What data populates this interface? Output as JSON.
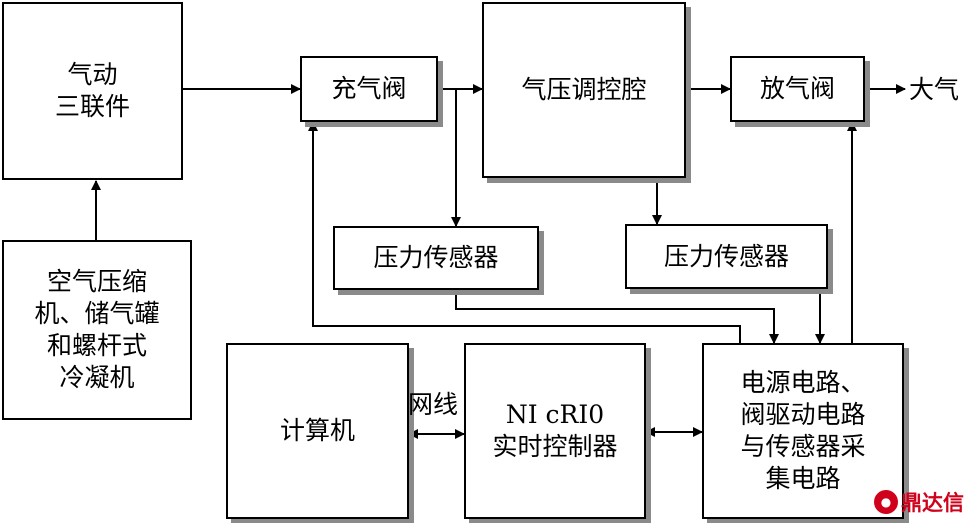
{
  "nodes": {
    "triple": {
      "line1": "气动",
      "line2": "三联件"
    },
    "compressor": {
      "line1": "空气压缩",
      "line2": "机、储气罐",
      "line3": "和螺杆式",
      "line4": "冷凝机"
    },
    "fill_valve": {
      "label": "充气阀"
    },
    "chamber": {
      "label": "气压调控腔"
    },
    "release_valve": {
      "label": "放气阀"
    },
    "sensor_a": {
      "label": "压力传感器"
    },
    "sensor_b": {
      "label": "压力传感器"
    },
    "computer": {
      "label": "计算机"
    },
    "controller": {
      "line1": "NI cRI0",
      "line2": "实时控制器"
    },
    "circuit": {
      "line1": "电源电路、",
      "line2": "阀驱动电路",
      "line3": "与传感器采",
      "line4": "集电路"
    }
  },
  "labels": {
    "atmosphere": "大气",
    "network": "网线"
  },
  "watermark": {
    "text": "鼎达信"
  },
  "colors": {
    "line": "#000000",
    "shadow": "#8a8a8a",
    "watermark": "#d0021b"
  }
}
